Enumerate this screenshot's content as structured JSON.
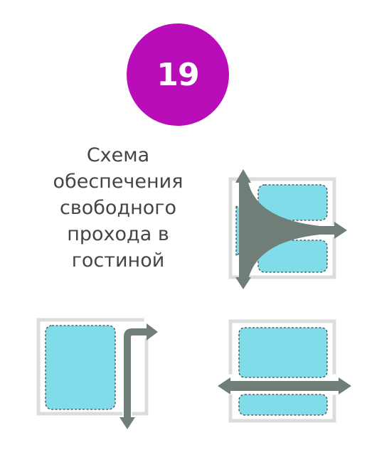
{
  "badge": {
    "number": "19",
    "color": "#b80db8"
  },
  "caption": {
    "lines": [
      "Схема",
      "обеспечения",
      "свободного",
      "прохода в",
      "гостиной"
    ]
  },
  "colors": {
    "furniture_fill": "#80dce8",
    "wall_gray": "#dcdcdc",
    "path_arrow": "#6f7e77",
    "dashed_outline": "#4a4a4a"
  }
}
